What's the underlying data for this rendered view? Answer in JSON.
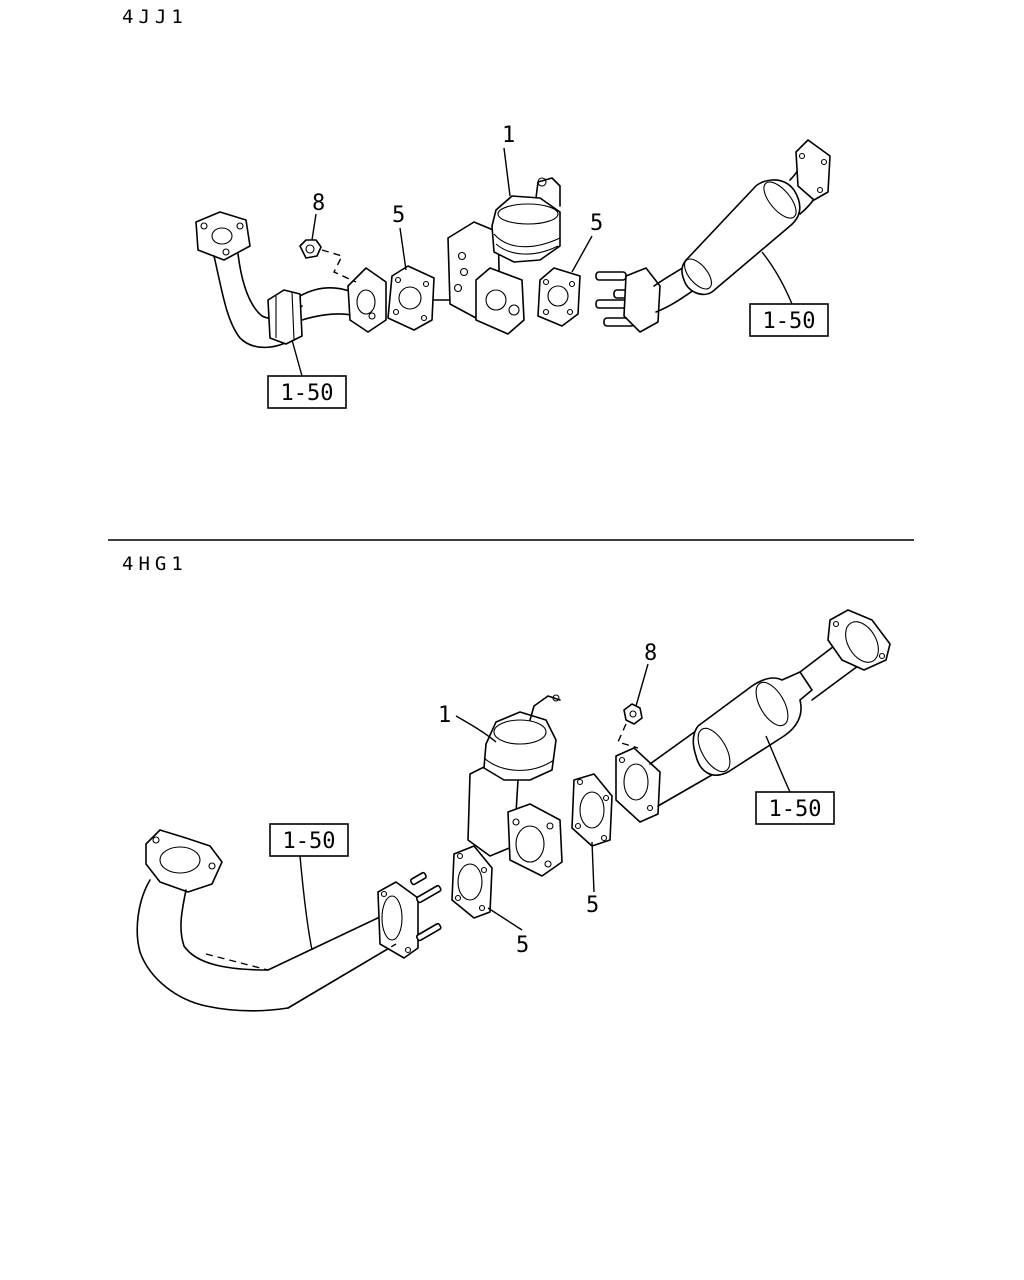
{
  "sections": [
    {
      "engine": "4JJ1",
      "callouts": {
        "valve": "1",
        "gasket_left": "5",
        "gasket_right": "5",
        "nut": "8"
      },
      "refs": {
        "front_pipe": "1-50",
        "rear_pipe": "1-50"
      }
    },
    {
      "engine": "4HG1",
      "callouts": {
        "valve": "1",
        "gasket_left": "5",
        "gasket_right": "5",
        "nut": "8"
      },
      "refs": {
        "front_pipe": "1-50",
        "rear_pipe": "1-50"
      }
    }
  ]
}
